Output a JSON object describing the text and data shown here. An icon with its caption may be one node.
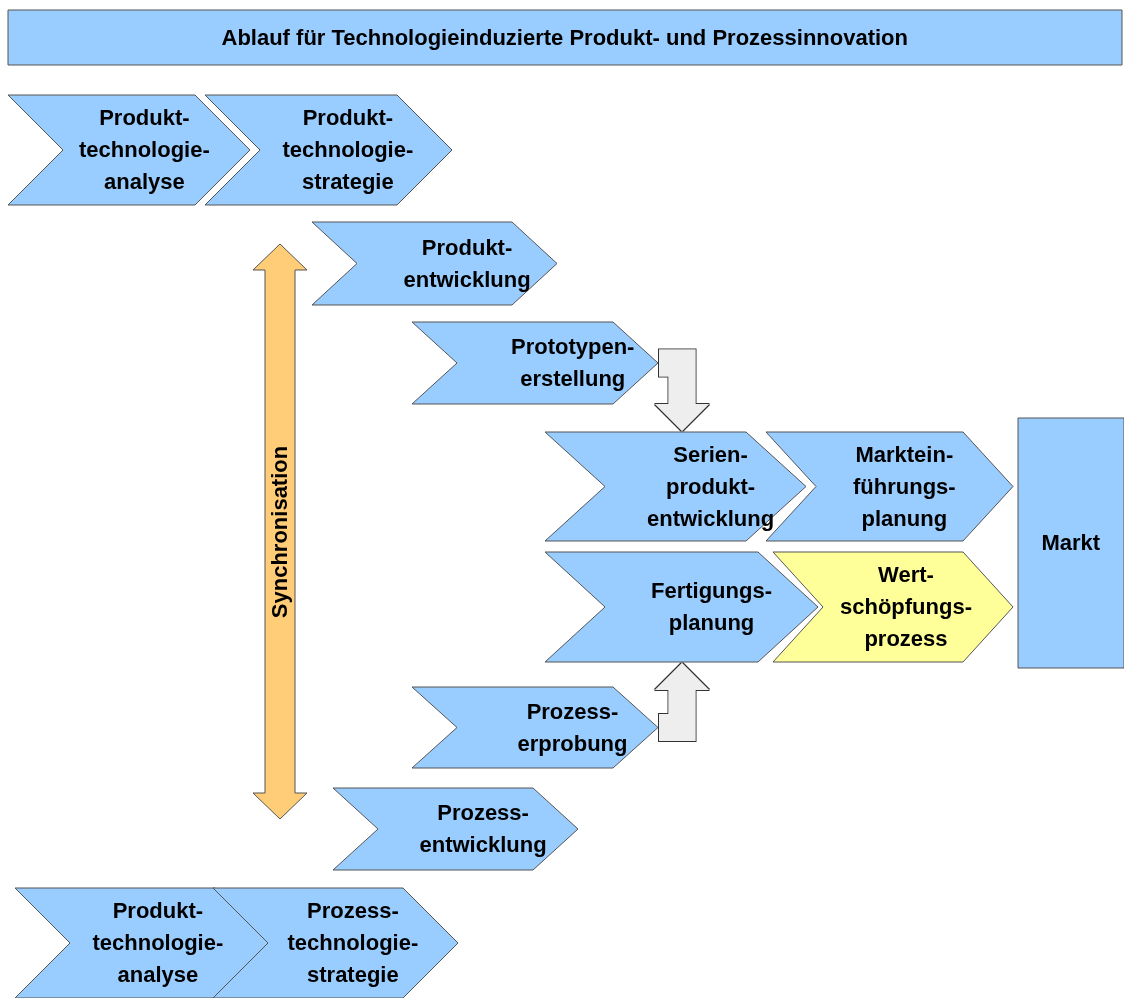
{
  "diagram": {
    "nodes": [
      {
        "text": [
          "Ablauf für Technologieinduzierte Produkt- und Prozessinnovation"
        ]
      },
      {
        "text": [
          "Produkt- technologie- analyse"
        ]
      },
      {
        "text": [
          "Produkt- technologie- strategie"
        ]
      },
      {
        "text": [
          "Synchronisation"
        ]
      },
      {
        "text": [
          "Produkt- entwicklung"
        ]
      },
      {
        "text": [
          "Prototypen- erstellung"
        ]
      },
      {
        "text": [
          "Serien- produkt- entwicklung"
        ]
      },
      {
        "text": [
          "Marktein- führungs- planung"
        ]
      },
      {
        "text": [
          "Markt"
        ]
      },
      {
        "text": [
          "Fertigungs- planung"
        ]
      },
      {
        "text": [
          "Wert- schöpfungs- prozess"
        ]
      },
      {
        "text": [
          "Prozess- erprobung"
        ]
      },
      {
        "text": [
          "Prozess- entwicklung"
        ]
      },
      {
        "text": [
          "Produkt- technologie- analyse"
        ]
      },
      {
        "text": [
          "Prozess- technologie- strategie"
        ]
      }
    ],
    "edges": [
      {
        "from": 5,
        "to": 6,
        "arrow": "to"
      },
      {
        "from": 11,
        "to": 9,
        "arrow": "to"
      }
    ]
  }
}
